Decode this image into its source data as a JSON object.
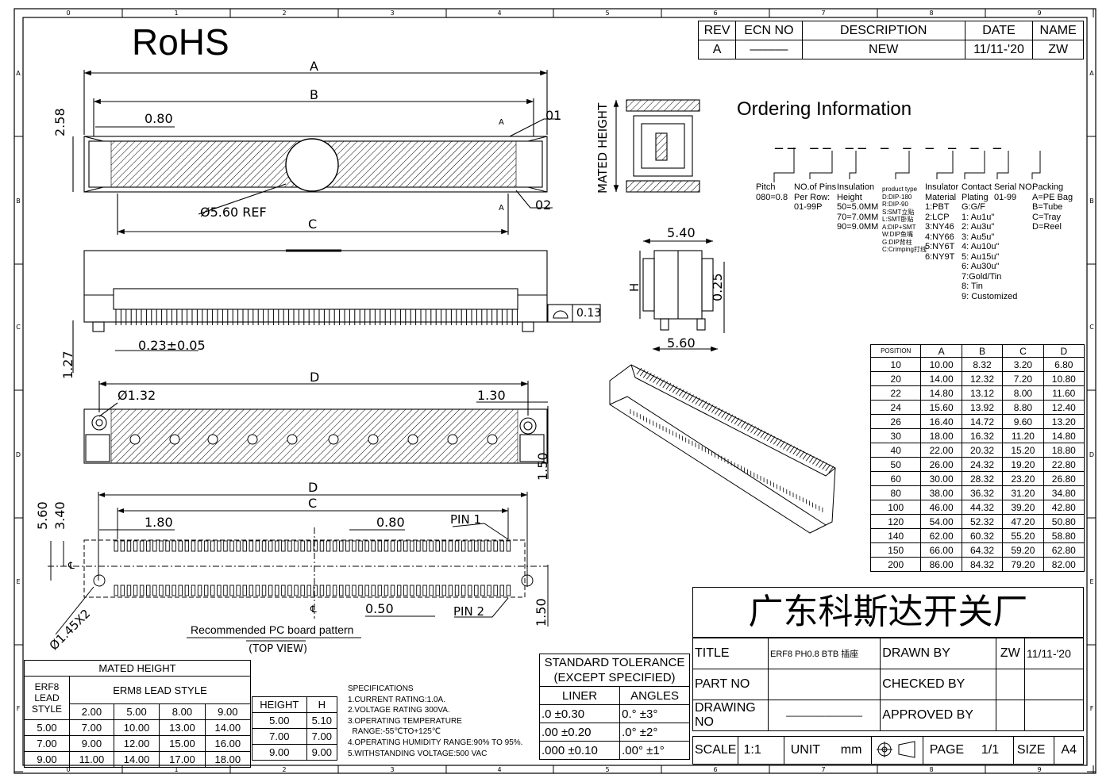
{
  "rohs": "RoHS",
  "border": {
    "top_numbers": [
      "0",
      "1",
      "2",
      "3",
      "4",
      "5",
      "6",
      "7",
      "8",
      "9"
    ],
    "bottom_numbers": [
      "0",
      "1",
      "2",
      "3",
      "4",
      "5",
      "6",
      "7",
      "8",
      "9"
    ],
    "left_letters": [
      "A",
      "B",
      "C",
      "D",
      "E",
      "F"
    ],
    "right_letters": [
      "A",
      "B",
      "C",
      "D",
      "E",
      "F"
    ]
  },
  "revision": {
    "headers": [
      "REV",
      "ECN NO",
      "DESCRIPTION",
      "DATE",
      "NAME"
    ],
    "row": [
      "A",
      "———",
      "NEW",
      "11/11-'20",
      "ZW"
    ]
  },
  "top_view_labels": {
    "dim_a": "A",
    "dim_b": "B",
    "dim_c": "C",
    "pitch": "0.80",
    "width": "2.58",
    "ref": "Ø5.60 REF",
    "callout_01": "01",
    "callout_02": "02",
    "section_a1": "A",
    "section_a2": "A"
  },
  "side_view_labels": {
    "lead": "0.23±0.05",
    "standoff": "1.27",
    "flatness_value": "0.13"
  },
  "bottom_view_labels": {
    "dim_d": "D",
    "hole": "Ø1.32",
    "edge": "1.30",
    "offset": "1.50"
  },
  "pcb_labels": {
    "dim_d": "D",
    "dim_c": "C",
    "h1": "5.60",
    "h2": "3.40",
    "p1": "1.80",
    "p2": "0.80",
    "pin1": "PIN 1",
    "pin2": "PIN 2",
    "gap": "0.50",
    "side": "1.50",
    "holes": "Ø1.45X2",
    "cl1": "℄",
    "cl2": "℄",
    "caption": "Recommended PC board pattern",
    "view": "(TOP VIEW)"
  },
  "section_labels": {
    "mated_height": "MATED HEIGHT",
    "w": "5.40",
    "h": "H",
    "t": "0.25",
    "w2": "5.60"
  },
  "ordering": {
    "title": "Ordering Information",
    "blanks": "__ __ __ _ _ _ _ _ _",
    "pitch": [
      "Pitch",
      "080=0.8"
    ],
    "pins": [
      "NO.of Pins",
      "Per Row:",
      "01-99P"
    ],
    "insulation_height": [
      "Insulation",
      "Height",
      "50=5.0MM",
      "70=7.0MM",
      "90=9.0MM"
    ],
    "product_type": [
      "product type",
      "D:DIP-180",
      "R:DIP-90",
      "S:SMT立贴",
      "L:SMT卧贴",
      "A:DIP+SMT",
      "W:DIP鱼嘴",
      "G:DIP背柱",
      "C:Crimping打线"
    ],
    "insulator": [
      "Insulator",
      "Material",
      "1:PBT",
      "2:LCP",
      "3:NY46",
      "4:NY66",
      "5:NY6T",
      "6:NY9T"
    ],
    "plating": [
      "Contact",
      "Plating",
      "G:G/F",
      "1: Au1u\"",
      "2: Au3u\"",
      "3: Au5u\"",
      "4: Au10u\"",
      "5: Au15u\"",
      "6: Au30u\"",
      "7:Gold/Tin",
      "8: Tin",
      "9: Customized"
    ],
    "serial": [
      "Serial NO.",
      "01-99"
    ],
    "packing": [
      "Packing",
      "A=PE Bag",
      "B=Tube",
      "C=Tray",
      "D=Reel"
    ]
  },
  "position_table": {
    "headers": [
      "POSITION",
      "A",
      "B",
      "C",
      "D"
    ],
    "rows": [
      [
        "10",
        "10.00",
        "8.32",
        "3.20",
        "6.80"
      ],
      [
        "20",
        "14.00",
        "12.32",
        "7.20",
        "10.80"
      ],
      [
        "22",
        "14.80",
        "13.12",
        "8.00",
        "11.60"
      ],
      [
        "24",
        "15.60",
        "13.92",
        "8.80",
        "12.40"
      ],
      [
        "26",
        "16.40",
        "14.72",
        "9.60",
        "13.20"
      ],
      [
        "30",
        "18.00",
        "16.32",
        "11.20",
        "14.80"
      ],
      [
        "40",
        "22.00",
        "20.32",
        "15.20",
        "18.80"
      ],
      [
        "50",
        "26.00",
        "24.32",
        "19.20",
        "22.80"
      ],
      [
        "60",
        "30.00",
        "28.32",
        "23.20",
        "26.80"
      ],
      [
        "80",
        "38.00",
        "36.32",
        "31.20",
        "34.80"
      ],
      [
        "100",
        "46.00",
        "44.32",
        "39.20",
        "42.80"
      ],
      [
        "120",
        "54.00",
        "52.32",
        "47.20",
        "50.80"
      ],
      [
        "140",
        "62.00",
        "60.32",
        "55.20",
        "58.80"
      ],
      [
        "150",
        "66.00",
        "64.32",
        "59.20",
        "62.80"
      ],
      [
        "200",
        "86.00",
        "84.32",
        "79.20",
        "82.00"
      ]
    ]
  },
  "title_block": {
    "company": "广东科斯达开关厂",
    "title_label": "TITLE",
    "title_value": "ERF8 PH0.8 BTB 插座",
    "drawn_by_label": "DRAWN BY",
    "drawn_by": "ZW",
    "drawn_date": "11/11-'20",
    "part_no_label": "PART NO",
    "checked_by_label": "CHECKED BY",
    "drawing_no_label": "DRAWING NO",
    "drawing_no": "————————",
    "approved_by_label": "APPROVED BY",
    "scale_label": "SCALE",
    "scale": "1:1",
    "unit_label": "UNIT",
    "unit": "mm",
    "page_label": "PAGE",
    "page": "1/1",
    "size_label": "SIZE",
    "size": "A4"
  },
  "tolerance": {
    "title1": "STANDARD TOLERANCE",
    "title2": "(EXCEPT SPECIFIED)",
    "headers": [
      "LINER",
      "ANGLES"
    ],
    "rows": [
      [
        ".0  ±0.30",
        "0.°  ±3°"
      ],
      [
        ".00 ±0.20",
        ".0°  ±2°"
      ],
      [
        ".000 ±0.10",
        ".00° ±1°"
      ]
    ]
  },
  "specifications": [
    "SPECIFICATIONS",
    "1.CURRENT RATING:1.0A.",
    "2.VOLTAGE RATING 300VA.",
    "3.OPERATING TEMPERATURE",
    "  RANGE:-55℃TO+125℃",
    "4.OPERATING HUMIDITY RANGE:90% TO 95%.",
    "5.WITHSTANDING VOLTAGE:500 VAC"
  ],
  "mated_height_table": {
    "title": "MATED HEIGHT",
    "erf8": "ERF8 LEAD STYLE",
    "erm8": "ERM8 LEAD STYLE",
    "cols": [
      "2.00",
      "5.00",
      "8.00",
      "9.00"
    ],
    "rows": [
      [
        "5.00",
        "7.00",
        "10.00",
        "13.00",
        "14.00"
      ],
      [
        "7.00",
        "9.00",
        "12.00",
        "15.00",
        "16.00"
      ],
      [
        "9.00",
        "11.00",
        "14.00",
        "17.00",
        "18.00"
      ]
    ],
    "h_headers": [
      "HEIGHT",
      "H"
    ],
    "h_rows": [
      [
        "5.00",
        "5.10"
      ],
      [
        "7.00",
        "7.00"
      ],
      [
        "9.00",
        "9.00"
      ]
    ]
  }
}
